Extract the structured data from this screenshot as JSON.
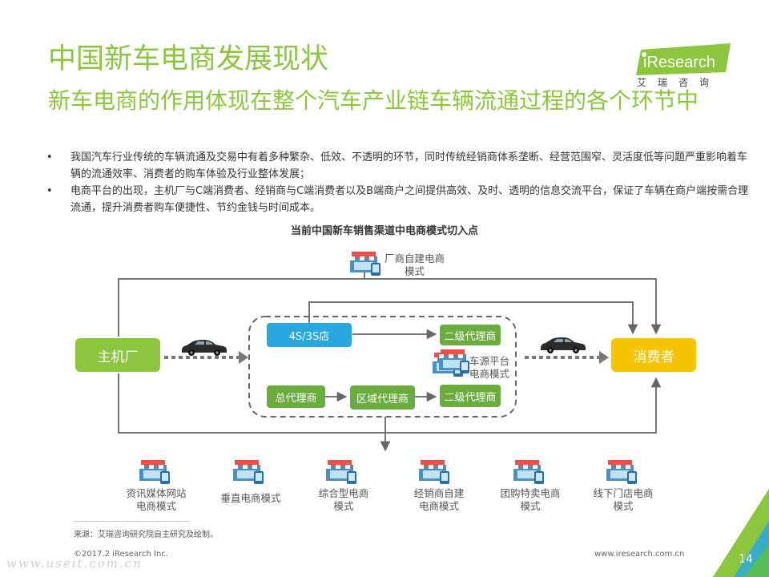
{
  "header": {
    "title": "中国新车电商发展现状",
    "subtitle": "新车电商的作用体现在整个汽车产业链车辆流通过程的各个环节中"
  },
  "logo": {
    "brand": "iResearch",
    "subtitle": "艾瑞咨询"
  },
  "bullets": [
    {
      "marker": "•",
      "text": "我国汽车行业传统的车辆流通及交易中有着多种繁杂、低效、不透明的环节，同时传统经销商体系垄断、经营范围窄、灵活度低等问题严重影响着车辆的流通效率、消费者的购车体验及行业整体发展；"
    },
    {
      "marker": "•",
      "text": "电商平台的出现，主机厂与C端消费者、经销商与C端消费者以及B端商户之间提供高效、及时、透明的信息交流平台，保证了车辆在商户端按需合理流通，提升消费者购车便捷性、节约金钱与时间成本。"
    }
  ],
  "diagram": {
    "title": "当前中国新车销售渠道中电商模式切入点",
    "nodes": {
      "oem": "主机厂",
      "consumer": "消费者",
      "store4s": "4S/3S店",
      "second_dealer_top": "二级代理商",
      "general_agent": "总代理商",
      "regional_agent": "区域代理商",
      "second_dealer_bottom": "二级代理商"
    },
    "labels": {
      "oem_direct": "厂商自建电商\n模式",
      "car_source": "车源平台\n电商模式"
    },
    "bottom_models": [
      {
        "label": "资讯媒体网站\n电商模式"
      },
      {
        "label": "垂直电商模式"
      },
      {
        "label": "综合型电商\n模式"
      },
      {
        "label": "经销商自建\n电商模式"
      },
      {
        "label": "团购特卖电商\n模式"
      },
      {
        "label": "线下门店电商\n模式"
      }
    ],
    "colors": {
      "green": "#8cc63f",
      "dark_green": "#6aad3d",
      "blue": "#29a8e0",
      "yellow": "#f5c400",
      "line": "#666666"
    }
  },
  "footer": {
    "source": "来源：艾瑞咨询研究院自主研究及绘制。",
    "copyright": "©2017.2 iResearch Inc.",
    "website": "www.iresearch.com.cn",
    "page_number": "14",
    "watermark": "www.useit.com.cn"
  }
}
